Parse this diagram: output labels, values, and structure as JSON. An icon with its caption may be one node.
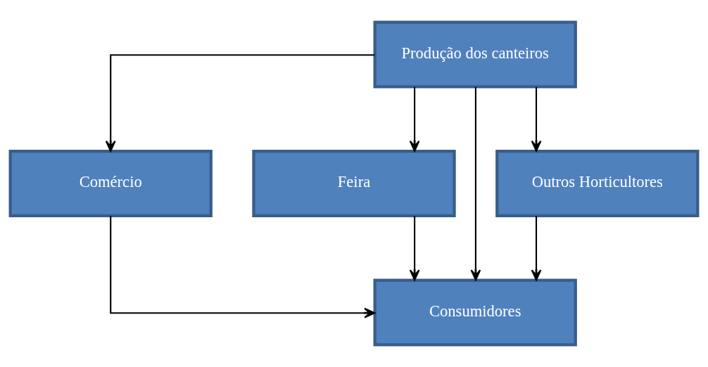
{
  "diagram": {
    "nodes": [
      {
        "text": [
          "Produção dos canteiros"
        ]
      },
      {
        "text": [
          "Comércio"
        ]
      },
      {
        "text": [
          "Feira"
        ]
      },
      {
        "text": [
          "Outros Horticultores"
        ]
      },
      {
        "text": [
          "Consumidores"
        ]
      }
    ],
    "edges": [
      {
        "from": 0,
        "to": 1,
        "arrow": "to"
      },
      {
        "from": 0,
        "to": 2,
        "arrow": "to"
      },
      {
        "from": 0,
        "to": 3,
        "arrow": "to"
      },
      {
        "from": 0,
        "to": 4,
        "arrow": "to"
      },
      {
        "from": 1,
        "to": 4,
        "arrow": "to"
      },
      {
        "from": 2,
        "to": 4,
        "arrow": "to"
      },
      {
        "from": 3,
        "to": 4,
        "arrow": "to"
      }
    ]
  }
}
